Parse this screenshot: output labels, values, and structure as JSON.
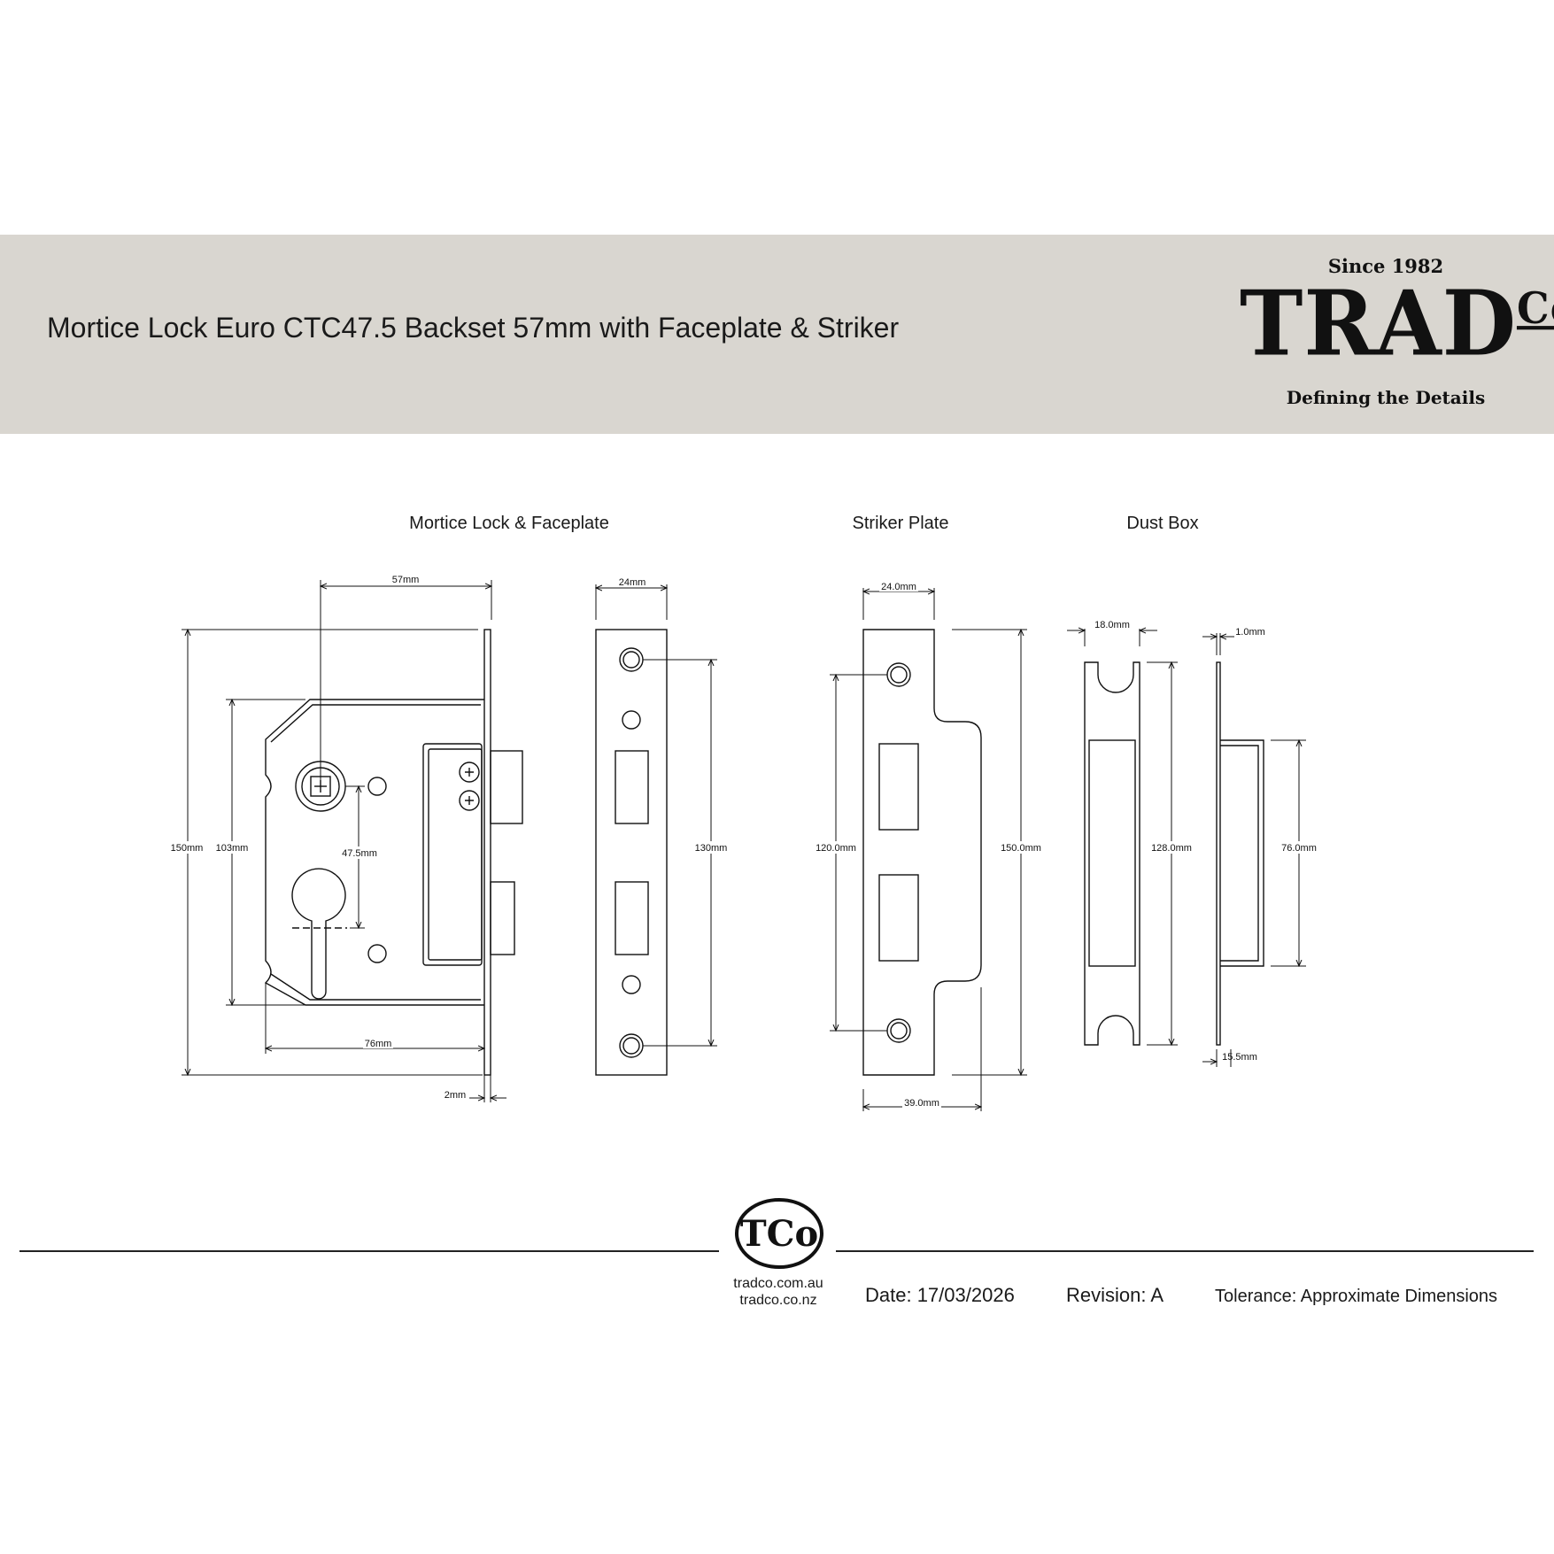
{
  "header": {
    "title": "Mortice Lock Euro CTC47.5 Backset 57mm with Faceplate & Striker",
    "brand": {
      "since": "Since 1982",
      "wordmark": "TRAD",
      "wordmark_co": "Co",
      "tagline": "Defining the Details"
    }
  },
  "sections": {
    "mortice": "Mortice Lock & Faceplate",
    "striker": "Striker Plate",
    "dustbox": "Dust Box"
  },
  "dimensions": {
    "backset": "57mm",
    "lock_height": "150mm",
    "case_height": "103mm",
    "ctc": "47.5mm",
    "case_depth": "76mm",
    "forend_thickness": "2mm",
    "faceplate_width": "24mm",
    "faceplate_fixings": "130mm",
    "striker_width": "24.0mm",
    "striker_fixings": "120.0mm",
    "striker_height": "150.0mm",
    "striker_depth": "39.0mm",
    "dustbox_width": "18.0mm",
    "dustbox_height": "128.0mm",
    "dustbox_flange": "1.0mm",
    "dustbox_box_height": "76.0mm",
    "dustbox_depth": "15.5mm"
  },
  "footer": {
    "logo_text": "TCo",
    "sites": [
      "tradco.com.au",
      "tradco.co.nz"
    ],
    "date": "Date: 17/03/2026",
    "revision": "Revision: A",
    "tolerance": "Tolerance: Approximate Dimensions"
  },
  "colors": {
    "banner": "#d9d6d0",
    "ink": "#1a1a1a"
  }
}
